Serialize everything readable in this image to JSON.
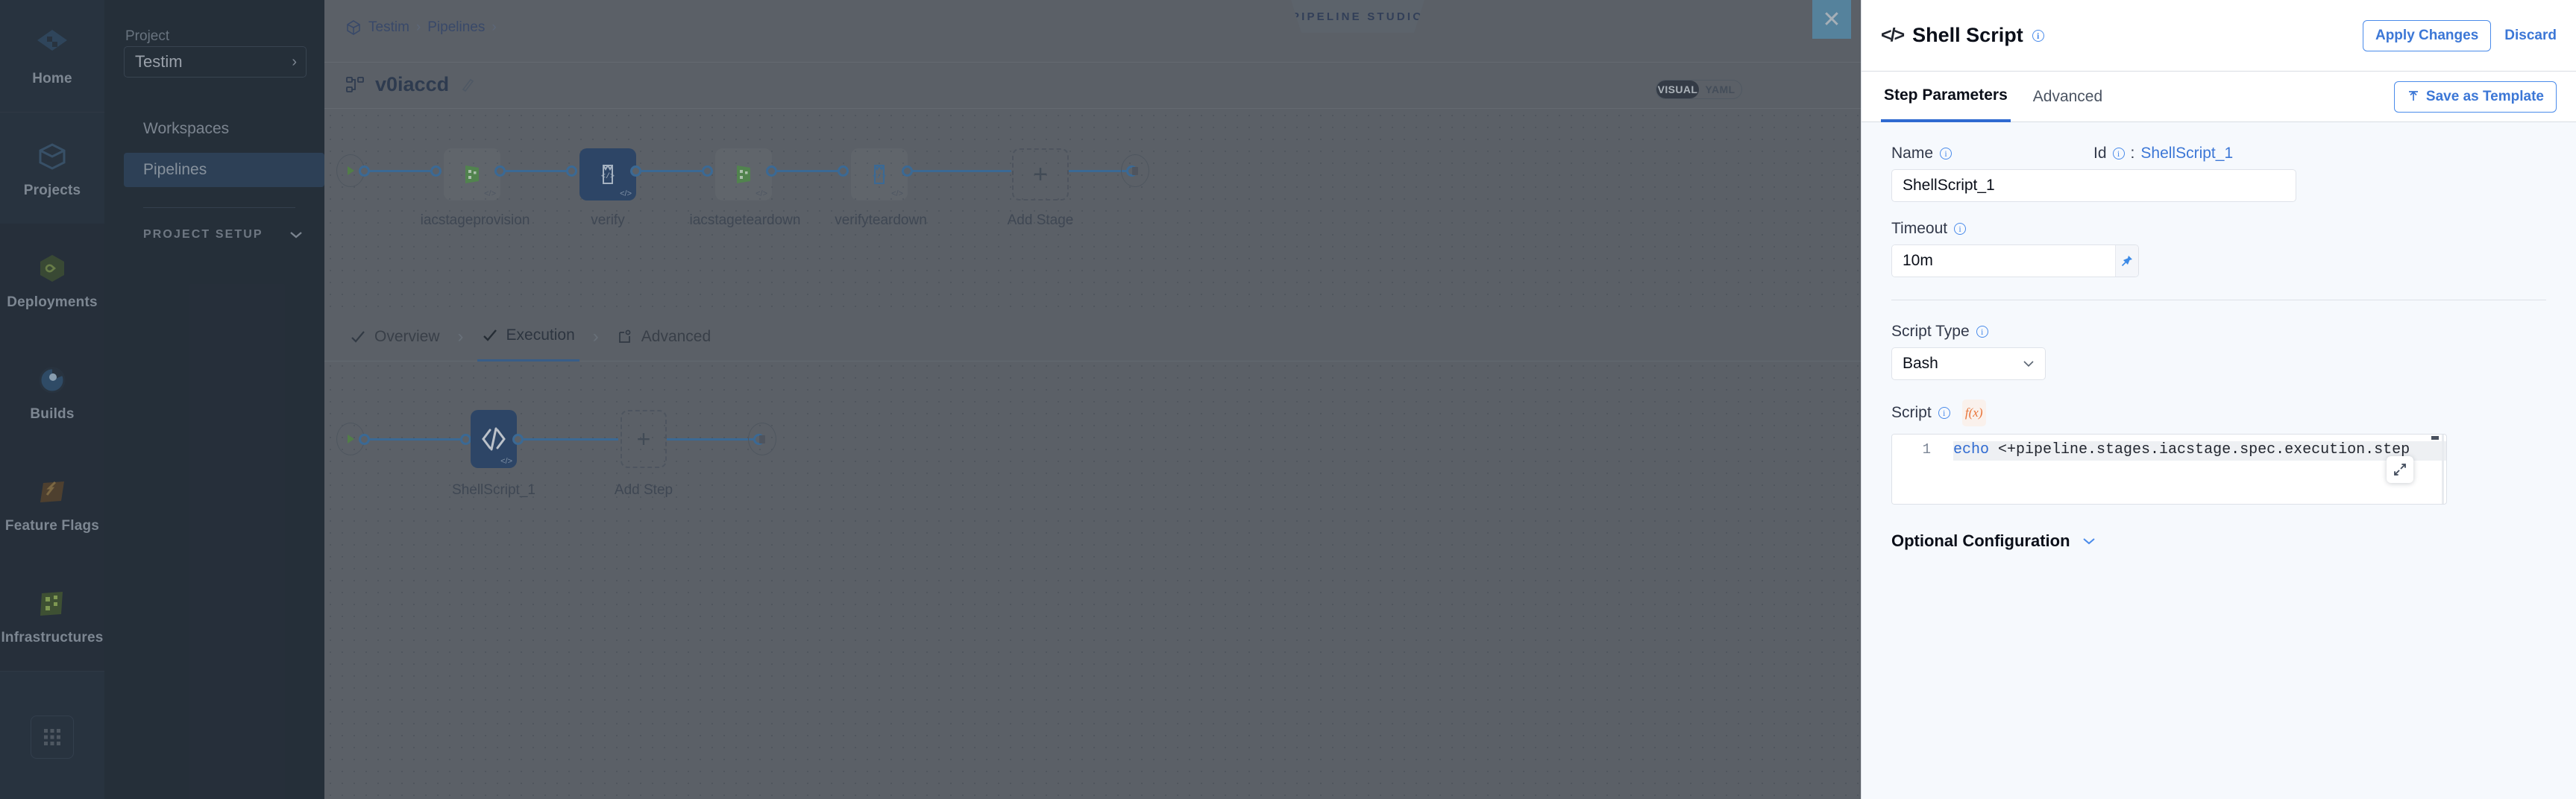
{
  "rail": {
    "items": [
      {
        "label": "Home",
        "icon": "home-icon"
      },
      {
        "label": "Projects",
        "icon": "projects-cube-icon"
      },
      {
        "label": "Deployments",
        "icon": "deployments-infinity-icon"
      },
      {
        "label": "Builds",
        "icon": "builds-gear-icon"
      },
      {
        "label": "Feature Flags",
        "icon": "feature-flags-icon"
      },
      {
        "label": "Infrastructures",
        "icon": "infrastructures-icon"
      }
    ],
    "grid_icon": "app-grid-icon"
  },
  "sidebar": {
    "project_label": "Project",
    "project_name": "Testim",
    "items": [
      {
        "label": "Workspaces",
        "active": false
      },
      {
        "label": "Pipelines",
        "active": true
      }
    ],
    "setup_label": "PROJECT SETUP"
  },
  "main": {
    "breadcrumbs": [
      "Testim",
      "Pipelines"
    ],
    "studio_badge": "PIPELINE STUDIO",
    "close_icon": "close-icon",
    "pipeline_name": "v0iaccd",
    "edit_icon": "pencil-icon",
    "view_toggle": {
      "options": [
        "VISUAL",
        "YAML"
      ],
      "selected": "VISUAL"
    },
    "stages": [
      {
        "name": "iacstageprovision",
        "selected": false,
        "icon": "infrastructure-stage-icon"
      },
      {
        "name": "verify",
        "selected": true,
        "icon": "custom-stage-icon"
      },
      {
        "name": "iacstageteardown",
        "selected": false,
        "icon": "infrastructure-stage-icon"
      },
      {
        "name": "verifyteardown",
        "selected": false,
        "icon": "custom-stage-icon"
      }
    ],
    "add_stage_label": "Add Stage",
    "stage_tabs": [
      {
        "label": "Overview",
        "state": "done",
        "active": false
      },
      {
        "label": "Execution",
        "state": "done",
        "active": true
      },
      {
        "label": "Advanced",
        "state": "config",
        "active": false
      }
    ],
    "steps": [
      {
        "name": "ShellScript_1",
        "icon": "shell-script-icon",
        "selected": true
      }
    ],
    "add_step_label": "Add Step"
  },
  "panel": {
    "icon": "code-brackets-icon",
    "title": "Shell Script",
    "apply_label": "Apply Changes",
    "discard_label": "Discard",
    "tabs": [
      {
        "label": "Step Parameters",
        "active": true
      },
      {
        "label": "Advanced",
        "active": false
      }
    ],
    "save_template_label": "Save as Template",
    "save_template_icon": "upload-template-icon",
    "name_label": "Name",
    "name_value": "ShellScript_1",
    "id_label": "Id",
    "id_separator": ":",
    "id_value": "ShellScript_1",
    "timeout_label": "Timeout",
    "timeout_value": "10m",
    "pin_icon": "pin-icon",
    "script_type_label": "Script Type",
    "script_type_value": "Bash",
    "script_label": "Script",
    "fx_label": "f(x)",
    "script_line_number": "1",
    "script_keyword": "echo",
    "script_rest": " <+pipeline.stages.iacstage.spec.execution.step     ppl",
    "expand_icon": "expand-icon",
    "optional_config_label": "Optional Configuration",
    "optional_config_chevron": "chevron-down-icon"
  },
  "colors": {
    "accent_blue": "#2f6ad1",
    "link_blue": "#3c77d6",
    "node_selected": "#1b3a66",
    "canvas": "#5c6168",
    "panel_bg": "#f6f9fd",
    "rail_bg": "#14202e",
    "sidebar_bg": "#0f1a26",
    "fx_orange": "#e8743a",
    "close_btn": "#5391b4"
  }
}
